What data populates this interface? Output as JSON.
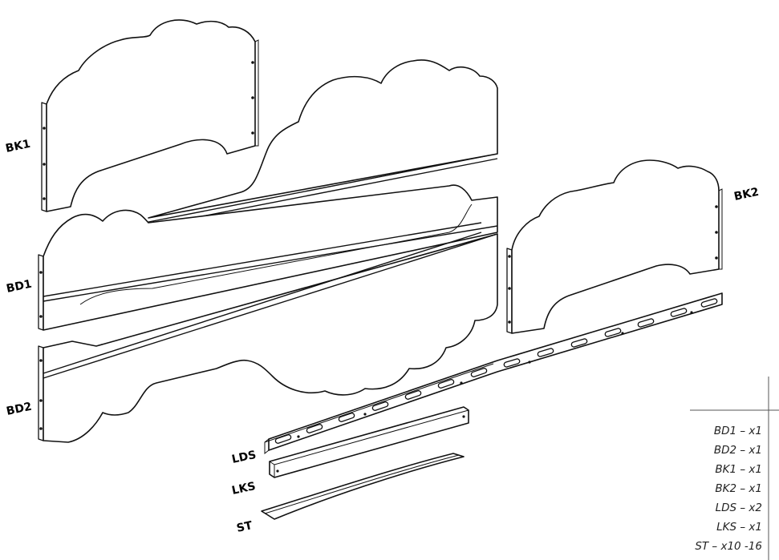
{
  "parts": {
    "bk1": {
      "label": "BK1"
    },
    "bk2": {
      "label": "BK2"
    },
    "bd1": {
      "label": "BD1"
    },
    "bd2": {
      "label": "BD2"
    },
    "lds": {
      "label": "LDS"
    },
    "lks": {
      "label": "LKS"
    },
    "st": {
      "label": "ST"
    }
  },
  "legend": [
    "BD1 – x1",
    "BD2 – x1",
    "BK1 – x1",
    "BK2 – x1",
    "LDS – x2",
    "LKS – x1",
    "ST – x10 -16"
  ]
}
